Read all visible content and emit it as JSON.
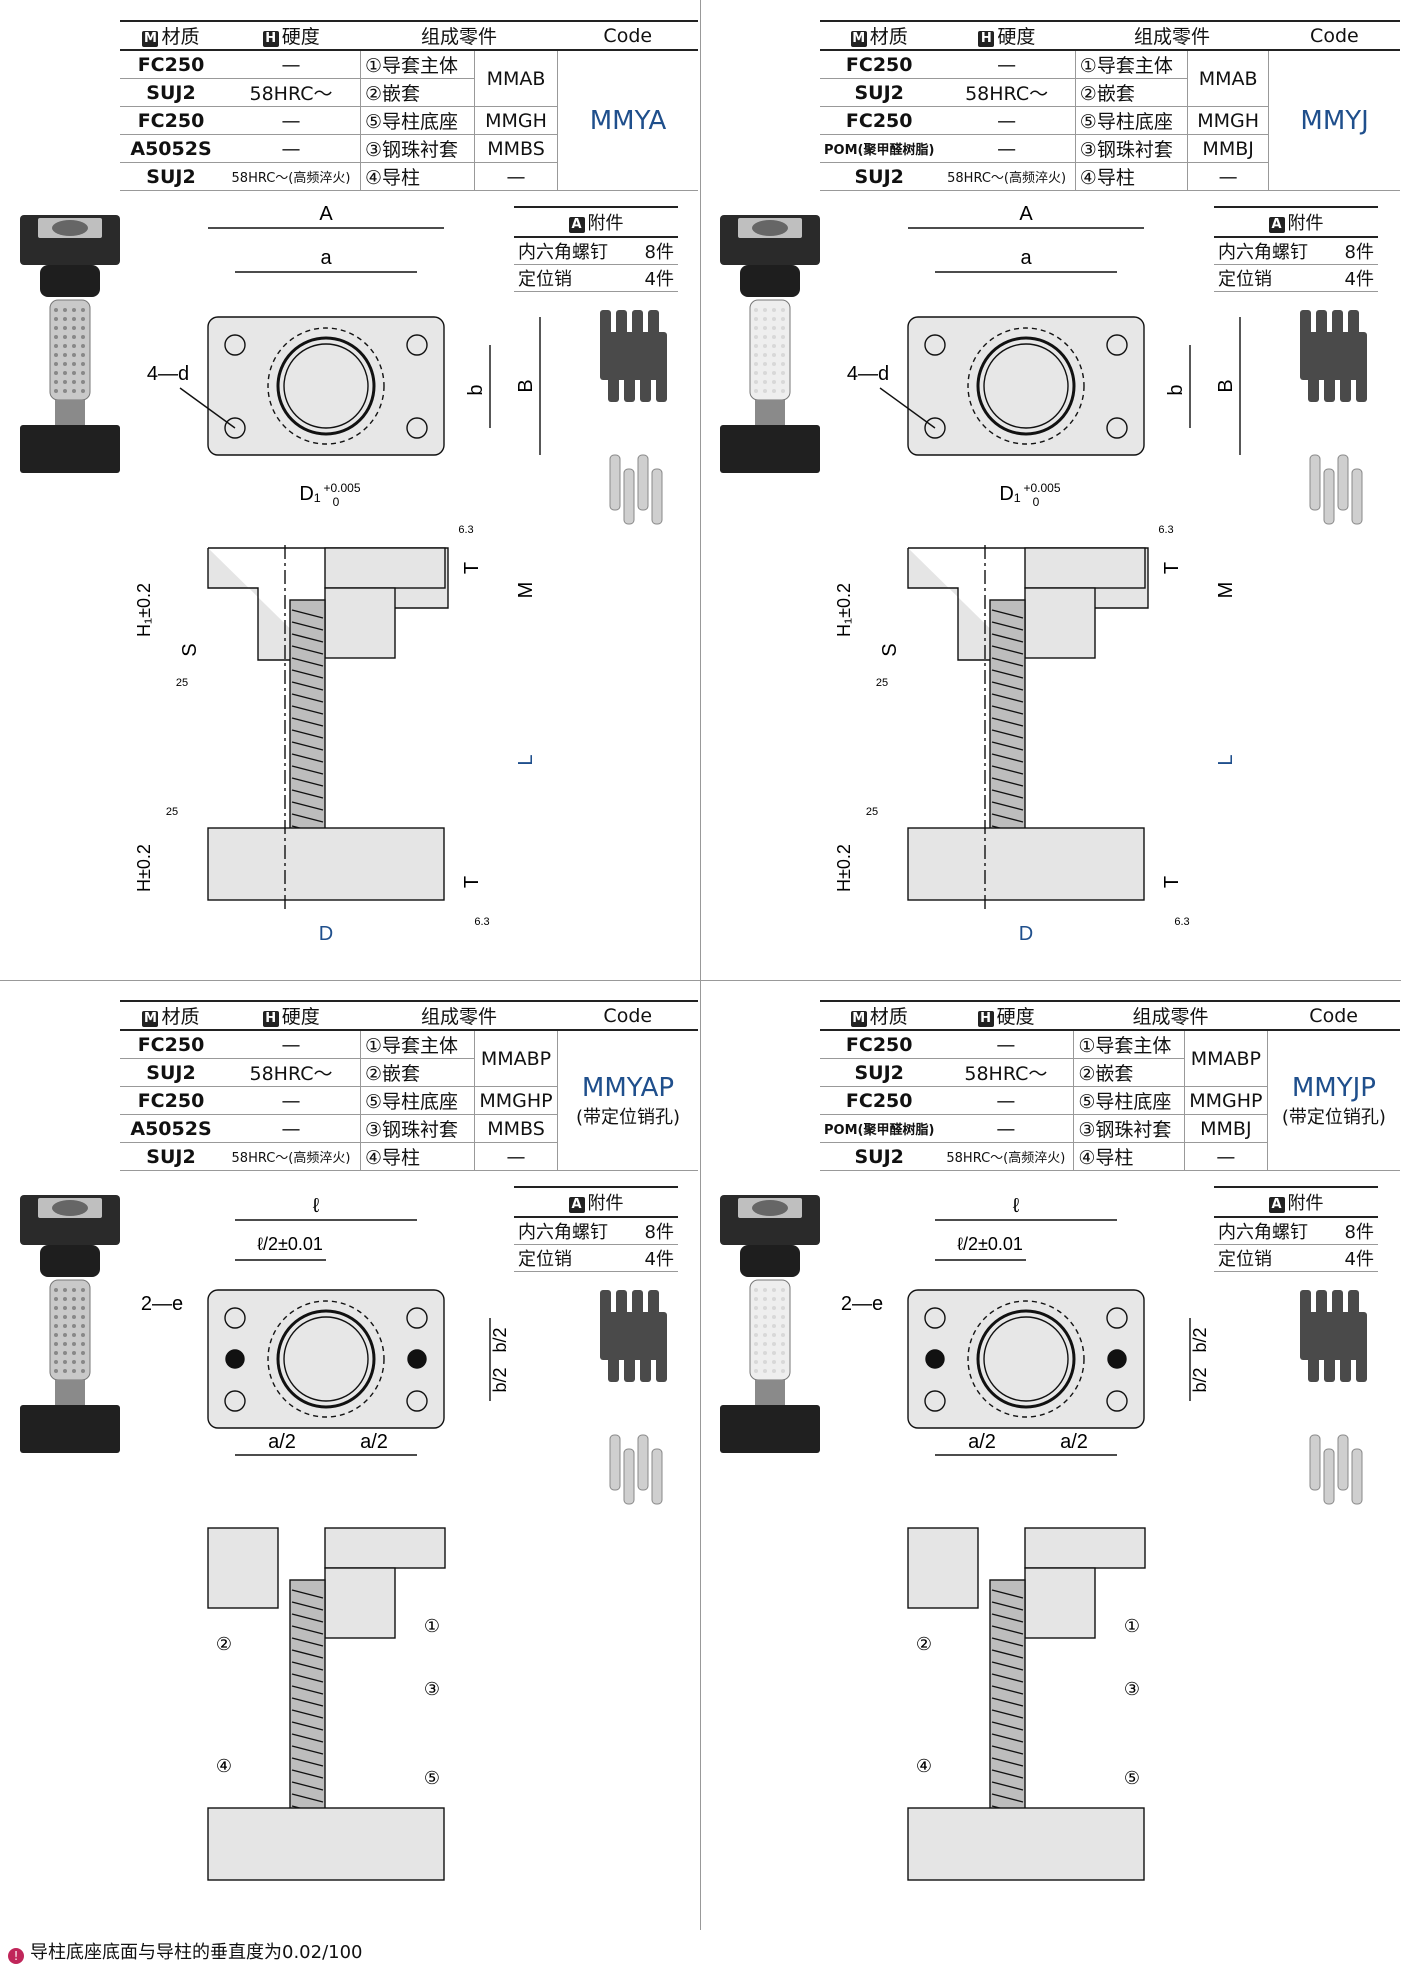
{
  "headers": {
    "material": "材质",
    "hardness": "硬度",
    "parts": "组成零件",
    "code": "Code",
    "m": "M",
    "h": "H",
    "a": "A"
  },
  "accessories": {
    "title": "附件",
    "items": [
      {
        "name": "内六角螺钉",
        "qty": "8件"
      },
      {
        "name": "定位销",
        "qty": "4件"
      }
    ]
  },
  "panels": [
    {
      "code": "MMYA",
      "code_sub": "",
      "rows": [
        {
          "mat": "FC250",
          "hard": "—",
          "part": "①导套主体",
          "pc": "MMAB"
        },
        {
          "mat": "SUJ2",
          "hard": "58HRC～",
          "part": "②嵌套",
          "pc": ""
        },
        {
          "mat": "FC250",
          "hard": "—",
          "part": "⑤导柱底座",
          "pc": "MMGH"
        },
        {
          "mat": "A5052S",
          "hard": "—",
          "part": "③钢珠衬套",
          "pc": "MMBS"
        },
        {
          "mat": "SUJ2",
          "hard": "58HRC～(高频淬火)",
          "part": "④导柱",
          "pc": "—"
        }
      ]
    },
    {
      "code": "MMYJ",
      "code_sub": "",
      "rows": [
        {
          "mat": "FC250",
          "hard": "—",
          "part": "①导套主体",
          "pc": "MMAB"
        },
        {
          "mat": "SUJ2",
          "hard": "58HRC～",
          "part": "②嵌套",
          "pc": ""
        },
        {
          "mat": "FC250",
          "hard": "—",
          "part": "⑤导柱底座",
          "pc": "MMGH"
        },
        {
          "mat": "POM(聚甲醛树脂)",
          "hard": "—",
          "part": "③钢珠衬套",
          "pc": "MMBJ"
        },
        {
          "mat": "SUJ2",
          "hard": "58HRC～(高频淬火)",
          "part": "④导柱",
          "pc": "—"
        }
      ]
    },
    {
      "code": "MMYAP",
      "code_sub": "(带定位销孔)",
      "rows": [
        {
          "mat": "FC250",
          "hard": "—",
          "part": "①导套主体",
          "pc": "MMABP"
        },
        {
          "mat": "SUJ2",
          "hard": "58HRC～",
          "part": "②嵌套",
          "pc": ""
        },
        {
          "mat": "FC250",
          "hard": "—",
          "part": "⑤导柱底座",
          "pc": "MMGHP"
        },
        {
          "mat": "A5052S",
          "hard": "—",
          "part": "③钢珠衬套",
          "pc": "MMBS"
        },
        {
          "mat": "SUJ2",
          "hard": "58HRC～(高频淬火)",
          "part": "④导柱",
          "pc": "—"
        }
      ]
    },
    {
      "code": "MMYJP",
      "code_sub": "(带定位销孔)",
      "rows": [
        {
          "mat": "FC250",
          "hard": "—",
          "part": "①导套主体",
          "pc": "MMABP"
        },
        {
          "mat": "SUJ2",
          "hard": "58HRC～",
          "part": "②嵌套",
          "pc": ""
        },
        {
          "mat": "FC250",
          "hard": "—",
          "part": "⑤导柱底座",
          "pc": "MMGHP"
        },
        {
          "mat": "POM(聚甲醛树脂)",
          "hard": "—",
          "part": "③钢珠衬套",
          "pc": "MMBJ"
        },
        {
          "mat": "SUJ2",
          "hard": "58HRC～(高频淬火)",
          "part": "④导柱",
          "pc": "—"
        }
      ]
    }
  ],
  "dims_top": {
    "A": "A",
    "a": "a",
    "b": "b",
    "B": "B",
    "d": "4—d",
    "D1": "D₁",
    "tol_up": "+0.005",
    "tol_lo": "0",
    "T": "T",
    "M": "M",
    "H1": "H₁±0.2",
    "S": "S",
    "L": "L",
    "H": "H±0.2",
    "D": "D",
    "r63": "6.3",
    "r25": "25"
  },
  "dims_bottom": {
    "l": "ℓ",
    "lT": "T",
    "l2": "ℓ/2±0.01",
    "e": "2—e",
    "b2": "b/2",
    "a2": "a/2",
    "c1": "①",
    "c2": "②",
    "c3": "③",
    "c4": "④",
    "c5": "⑤"
  },
  "footnote": "导柱底座底面与导柱的垂直度为0.02/100",
  "colors": {
    "code": "#1f4f8c",
    "note": "#c0265a"
  }
}
